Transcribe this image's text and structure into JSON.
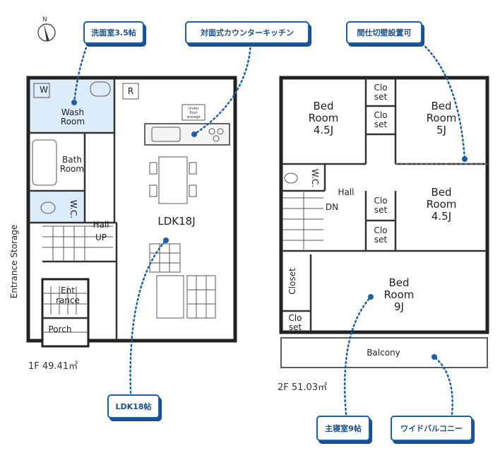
{
  "callouts": {
    "washroom": "洗面室3.5帖",
    "kitchen": "対面式カウンターキッチン",
    "partition": "間仕切壁設置可",
    "ldk": "LDK18帖",
    "master_bedroom": "主寝室9帖",
    "balcony": "ワイドバルコニー"
  },
  "compass": {
    "north": "N"
  },
  "floor1": {
    "area": "1F 49.41㎡",
    "wash_room": [
      "Wash",
      "Room"
    ],
    "washer": "W",
    "fridge": "R",
    "bath_room": [
      "Bath",
      "Room"
    ],
    "wc": "W.C.",
    "hall": "Hall",
    "up": "UP",
    "entrance_storage": "Entrance Storage",
    "entrance": [
      "Ent",
      "rance"
    ],
    "porch": "Porch",
    "ldk": "LDK18J",
    "under_floor_storage": [
      "Under",
      "floor",
      "storage"
    ]
  },
  "floor2": {
    "area": "2F 51.03㎡",
    "bed_nw": [
      "Bed",
      "Room",
      "4.5J"
    ],
    "bed_ne": [
      "Bed",
      "Room",
      "5J"
    ],
    "bed_e": [
      "Bed",
      "Room",
      "4.5J"
    ],
    "bed_master": [
      "Bed",
      "Room",
      "9J"
    ],
    "closet_small": [
      "Clo",
      "set"
    ],
    "closet_long": "Closet",
    "wc": "W.C.",
    "hall": "Hall",
    "dn": "DN",
    "balcony": "Balcony"
  }
}
